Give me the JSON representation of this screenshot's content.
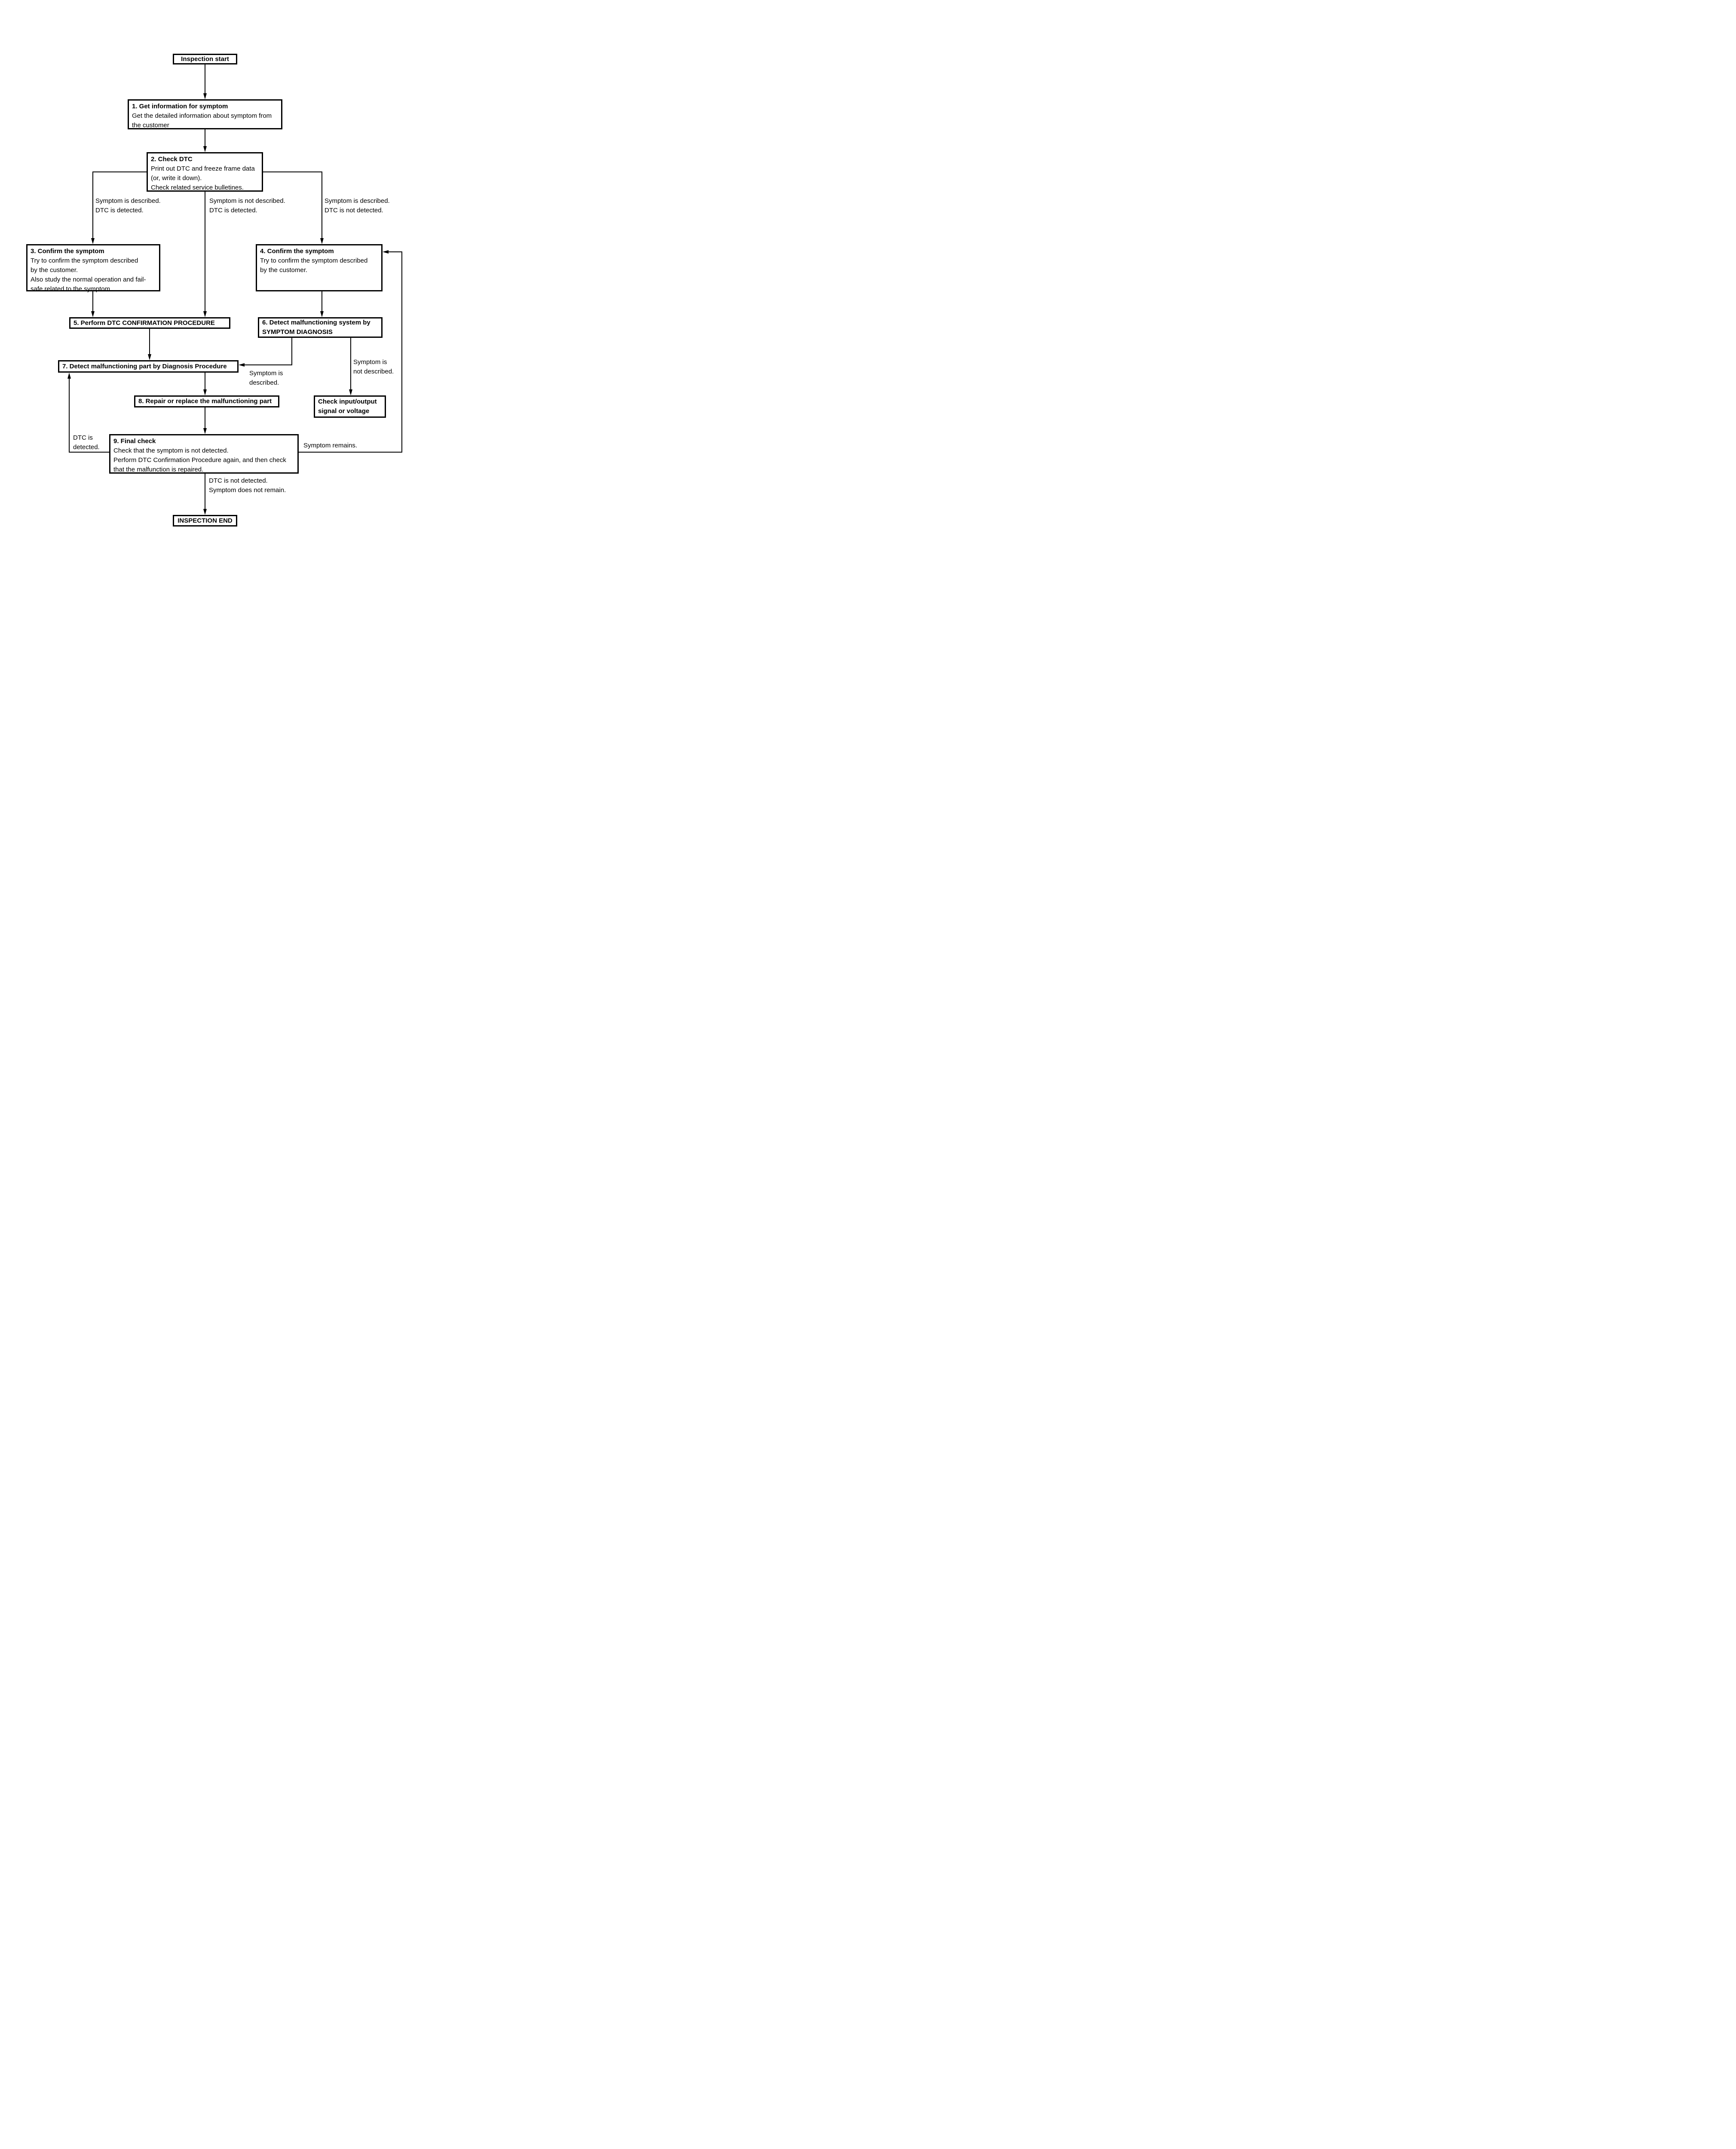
{
  "flowchart": {
    "ink_color": "#000000",
    "background_color": "#ffffff",
    "start": {
      "label": "Inspection start"
    },
    "end": {
      "label": "INSPECTION END"
    },
    "boxes": {
      "b1": {
        "title": "1. Get information for symptom",
        "body": "Get the detailed information about symptom from\nthe customer"
      },
      "b2": {
        "title": "2. Check DTC",
        "body": "Print out DTC and freeze frame data\n(or, write it down).\nCheck related service bulletines."
      },
      "b3": {
        "title": "3. Confirm the symptom",
        "body": "Try to confirm the symptom described\nby the customer.\nAlso study the normal operation and fail-\nsafe related to the symptom."
      },
      "b4": {
        "title": "4. Confirm the symptom",
        "body": "Try to confirm the symptom described\nby the customer."
      },
      "b5": {
        "title": "5. Perform DTC CONFIRMATION PROCEDURE"
      },
      "b6": {
        "title": "6. Detect malfunctioning system by\nSYMPTOM DIAGNOSIS"
      },
      "b7": {
        "title": "7. Detect malfunctioning part by Diagnosis Procedure"
      },
      "b8": {
        "title": "8. Repair or replace the malfunctioning part"
      },
      "b9": {
        "title": "9. Final check",
        "body": "Check that the symptom is not detected.\nPerform DTC Confirmation Procedure again, and then check\nthat the malfunction is repaired."
      },
      "check_io": {
        "title": "Check input/output\nsignal or voltage"
      }
    },
    "labels": {
      "branch_left": "Symptom is described.\nDTC is detected.",
      "branch_middle": "Symptom is not described.\nDTC is detected.",
      "branch_right": "Symptom is described.\nDTC is not detected.",
      "symptom_described": "Symptom is\ndescribed.",
      "symptom_not_described": "Symptom is\nnot described.",
      "dtc_detected": "DTC is\ndetected.",
      "symptom_remains": "Symptom remains.",
      "dtc_not_detected": "DTC is not detected.\nSymptom does not remain."
    }
  }
}
